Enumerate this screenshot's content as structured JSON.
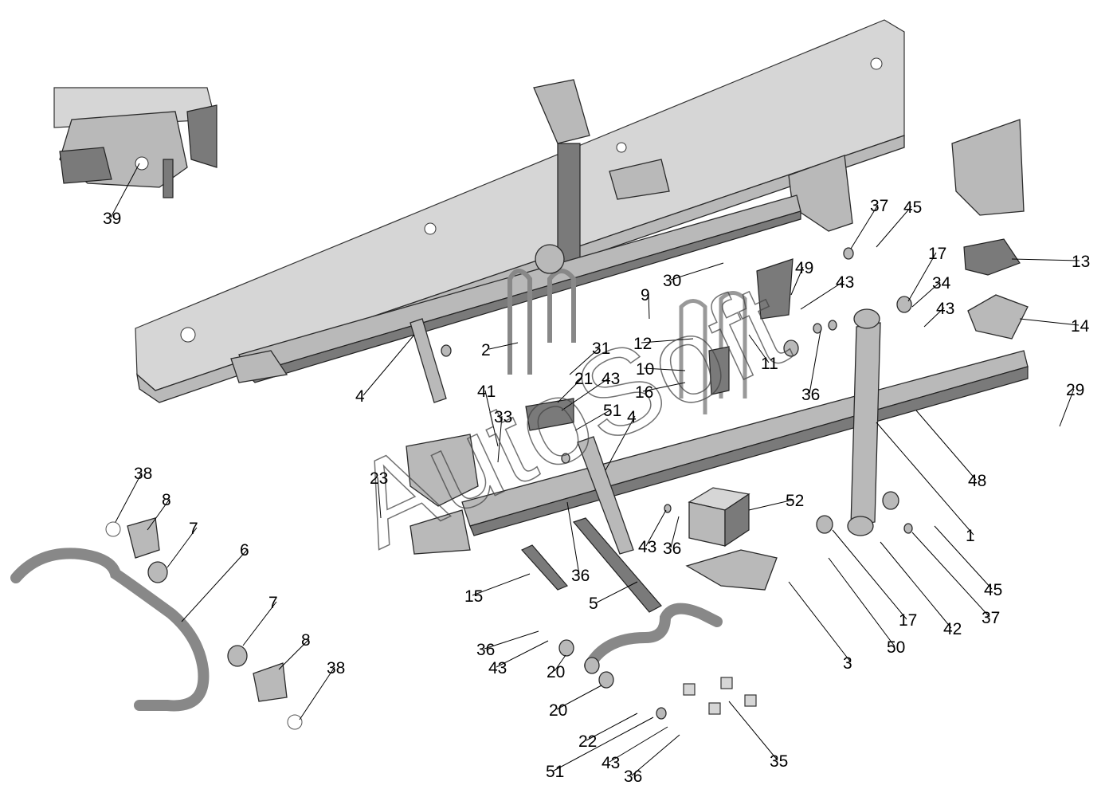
{
  "diagram": {
    "watermark": "AutoSoft",
    "labels": [
      "39",
      "37",
      "45",
      "17",
      "13",
      "30",
      "49",
      "43",
      "34",
      "43",
      "9",
      "12",
      "14",
      "2",
      "31",
      "10",
      "11",
      "4",
      "41",
      "21",
      "43",
      "16",
      "36",
      "33",
      "51",
      "4",
      "29",
      "23",
      "38",
      "8",
      "52",
      "48",
      "7",
      "6",
      "43",
      "36",
      "1",
      "15",
      "36",
      "5",
      "45",
      "7",
      "37",
      "17",
      "42",
      "8",
      "3",
      "50",
      "36",
      "43",
      "20",
      "38",
      "20",
      "22",
      "51",
      "43",
      "36",
      "35"
    ]
  }
}
